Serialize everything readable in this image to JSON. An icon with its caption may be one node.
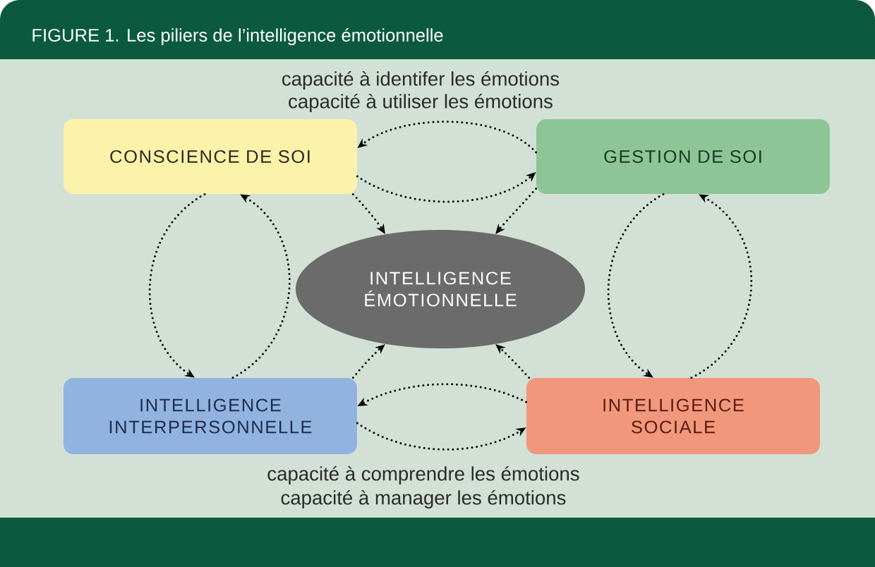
{
  "diagram": {
    "title": "FIGURE 1. Les piliers de l’intelligence émotionnelle",
    "nodes": [
      {
        "text": [
          "CONSCIENCE DE SOI"
        ]
      },
      {
        "text": [
          "GESTION DE SOI"
        ]
      },
      {
        "text": [
          "INTELLIGENCE ÉMOTIONNELLE"
        ]
      },
      {
        "text": [
          "INTELLIGENCE INTERPERSONNELLE"
        ]
      },
      {
        "text": [
          "INTELLIGENCE SOCIALE"
        ]
      }
    ],
    "edges": [
      {
        "from": 1,
        "to": 0,
        "arrow": "to"
      },
      {
        "from": 0,
        "to": 1,
        "arrow": "to"
      },
      {
        "from": 0,
        "to": 2,
        "arrow": "to"
      },
      {
        "from": 1,
        "to": 2,
        "arrow": "to"
      },
      {
        "from": 0,
        "to": 3,
        "arrow": "to"
      },
      {
        "from": 3,
        "to": 0,
        "arrow": "to"
      },
      {
        "from": 1,
        "to": 4,
        "arrow": "to"
      },
      {
        "from": 4,
        "to": 1,
        "arrow": "to"
      },
      {
        "from": 3,
        "to": 2,
        "arrow": "to"
      },
      {
        "from": 4,
        "to": 2,
        "arrow": "to"
      },
      {
        "from": 4,
        "to": 3,
        "arrow": "to"
      },
      {
        "from": 3,
        "to": 4,
        "arrow": "to"
      }
    ],
    "labels": [
      "capacité à identifer les émotions",
      "capacité à utiliser les émotions",
      "capacité à comprendre les émotions",
      "capacité à manager les émotions"
    ]
  }
}
